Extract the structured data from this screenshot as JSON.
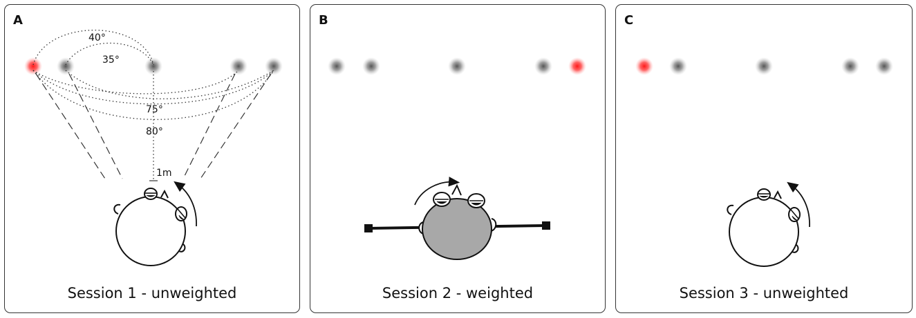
{
  "panels": [
    {
      "letter": "A",
      "caption": "Session 1 - unweighted"
    },
    {
      "letter": "B",
      "caption": "Session 2 - weighted"
    },
    {
      "letter": "C",
      "caption": "Session 3 - unweighted"
    }
  ],
  "angles": {
    "a40": "40°",
    "a35": "35°",
    "a75": "75°",
    "a80": "80°"
  },
  "distance": "1m",
  "colors": {
    "active_target": "#ff2020",
    "inactive_target": "#666666",
    "weight_body": "#a8a8a8",
    "frame": "#333333"
  }
}
